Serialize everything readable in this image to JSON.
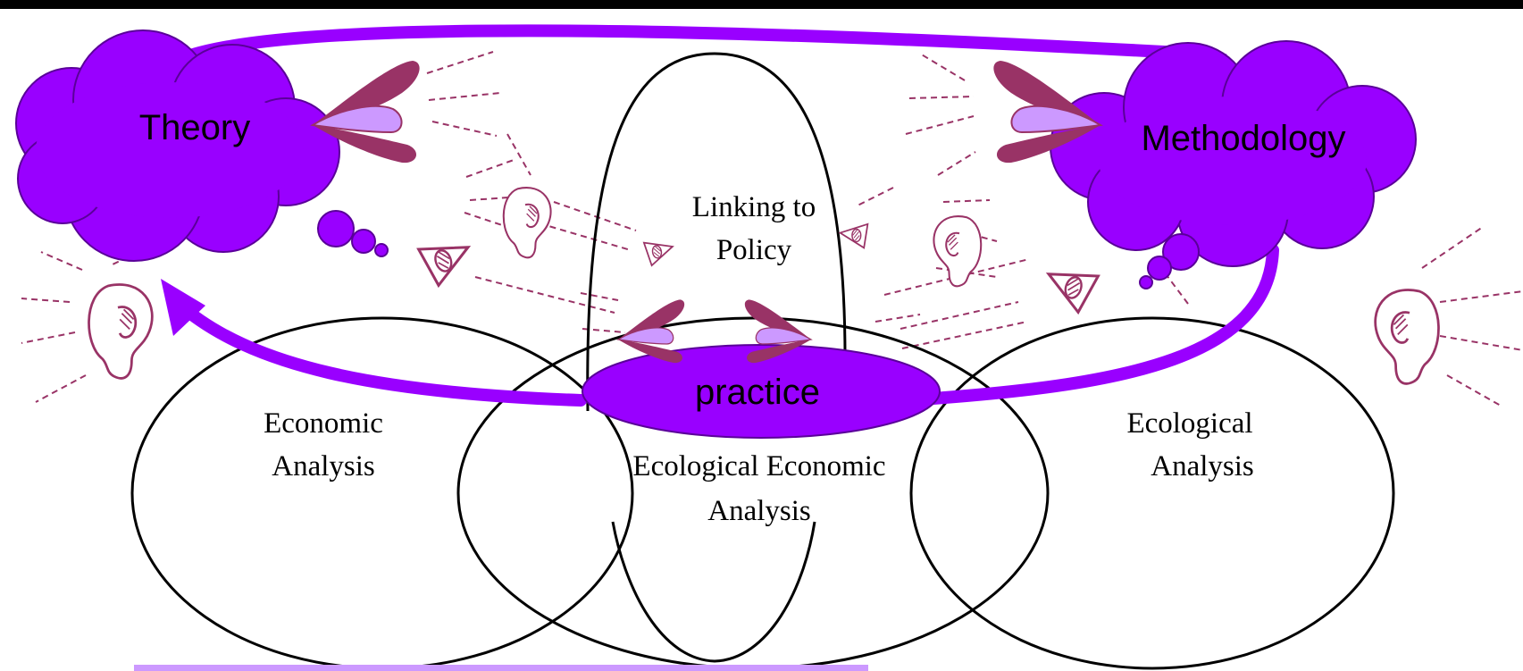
{
  "labels": {
    "theory": "Theory",
    "methodology": "Methodology",
    "practice": "practice",
    "linking_line1": "Linking to",
    "linking_line2": "Policy",
    "economic_line1": "Economic",
    "economic_line2": "Analysis",
    "ecoecon_line1": "Ecological Economic",
    "ecoecon_line2": "Analysis",
    "ecological_line1": "Ecological",
    "ecological_line2": "Analysis"
  },
  "colors": {
    "cloud_fill": "#9900ff",
    "arrow": "#9900ff",
    "mouth_dark": "#993366",
    "mouth_light": "#cc99ff",
    "dash": "#993366",
    "bottom_bar": "#cc99ff",
    "frame_top": "#000000"
  },
  "icons": [
    "ear-icon",
    "eye-icon",
    "mouth-icon"
  ]
}
